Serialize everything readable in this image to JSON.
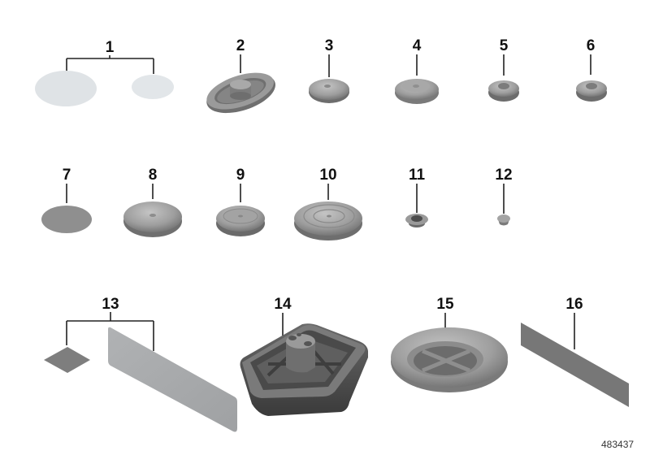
{
  "diagram": {
    "type": "parts-illustration",
    "reference_number": "483437",
    "parts": [
      {
        "number": "1",
        "label": "1",
        "description": "round sealing pads (2 sizes)",
        "color": "#dfe3e6"
      },
      {
        "number": "2",
        "label": "2",
        "description": "oval grommet with plug",
        "color": "#8d8d8d"
      },
      {
        "number": "3",
        "label": "3",
        "description": "round plug",
        "color": "#9a9a9a"
      },
      {
        "number": "4",
        "label": "4",
        "description": "round plug, stepped",
        "color": "#a4a4a4"
      },
      {
        "number": "5",
        "label": "5",
        "description": "small plug",
        "color": "#9c9c9c"
      },
      {
        "number": "6",
        "label": "6",
        "description": "small plug",
        "color": "#9c9c9c"
      },
      {
        "number": "7",
        "label": "7",
        "description": "flat cap",
        "color": "#8f8f8f"
      },
      {
        "number": "8",
        "label": "8",
        "description": "round plug",
        "color": "#a2a2a2"
      },
      {
        "number": "9",
        "label": "9",
        "description": "round plug with ring",
        "color": "#9a9a9a"
      },
      {
        "number": "10",
        "label": "10",
        "description": "large round plug with rings",
        "color": "#a0a0a0"
      },
      {
        "number": "11",
        "label": "11",
        "description": "small grommet",
        "color": "#8f8f8f"
      },
      {
        "number": "12",
        "label": "12",
        "description": "tiny plug",
        "color": "#9a9a9a"
      },
      {
        "number": "13",
        "label": "13",
        "description": "sealing pads (square and strip)",
        "color": "#a9abad"
      },
      {
        "number": "14",
        "label": "14",
        "description": "jack pad / support block",
        "color": "#555555"
      },
      {
        "number": "15",
        "label": "15",
        "description": "large grommet with cross",
        "color": "#a3a3a3"
      },
      {
        "number": "16",
        "label": "16",
        "description": "sealing strip",
        "color": "#777777"
      }
    ]
  }
}
